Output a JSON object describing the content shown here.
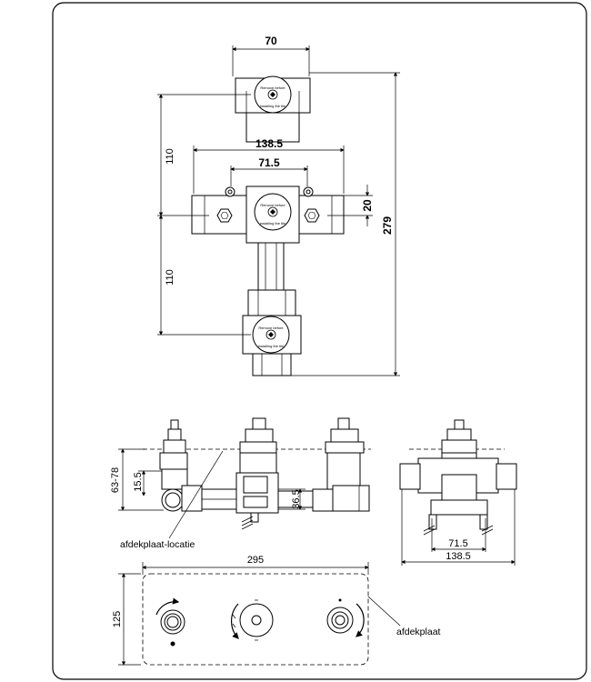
{
  "front_view": {
    "dim_top_width": "70",
    "dim_total_width": "138.5",
    "dim_inner_width": "71.5",
    "dim_upper_height": "110",
    "dim_lower_height": "110",
    "dim_offset": "20",
    "dim_total_height": "279",
    "cap_text_line1": "Remove before",
    "cap_text_line2": "installing the tile"
  },
  "side_view": {
    "dim_depth_range": "63-78",
    "dim_small": "15.5",
    "dim_pipe": "36.5",
    "cover_plate_location_label": "afdekplaat-locatie"
  },
  "end_view": {
    "dim_inner": "71.5",
    "dim_outer": "138.5"
  },
  "plate_view": {
    "dim_width": "295",
    "dim_height": "125",
    "cover_plate_label": "afdekplaat"
  }
}
